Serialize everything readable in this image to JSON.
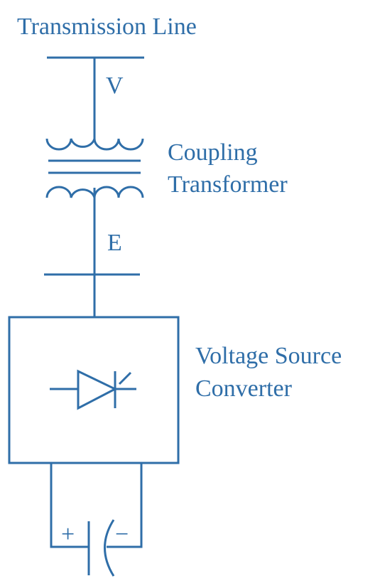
{
  "color": "#2f6ea8",
  "labels": {
    "transmission_line": "Transmission Line",
    "voltage_v": "V",
    "coupling_line1": "Coupling",
    "coupling_line2": "Transformer",
    "voltage_e": "E",
    "vsc_line1": "Voltage Source",
    "vsc_line2": "Converter",
    "plus": "+",
    "minus": "−"
  },
  "icons": {
    "thyristor": "thyristor-symbol",
    "capacitor": "capacitor-symbol",
    "transformer": "transformer-coils"
  }
}
